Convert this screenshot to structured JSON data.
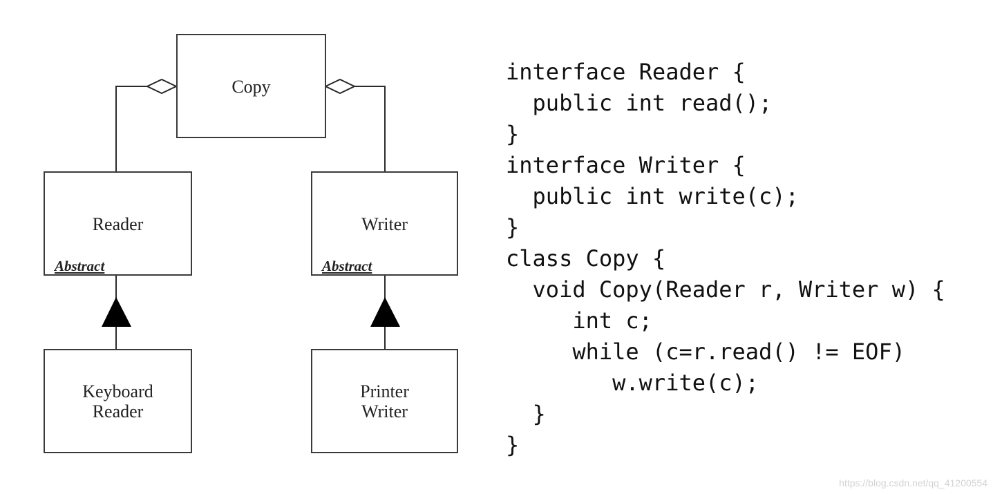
{
  "diagram": {
    "copy": "Copy",
    "reader": "Reader",
    "writer": "Writer",
    "reader_abstract": "Abstract",
    "writer_abstract": "Abstract",
    "keyboard_reader": [
      "Keyboard",
      "Reader"
    ],
    "printer_writer": [
      "Printer",
      "Writer"
    ]
  },
  "code": {
    "lines": [
      "interface Reader {",
      "  public int read();",
      "}",
      "interface Writer {",
      "  public int write(c);",
      "}",
      "class Copy {",
      "  void Copy(Reader r, Writer w) {",
      "     int c;",
      "     while (c=r.read() != EOF)",
      "        w.write(c);",
      "  }",
      "}"
    ]
  },
  "watermark": "https://blog.csdn.net/qq_41200554",
  "colors": {
    "line": "#2a2a2a",
    "arrow": "#000000",
    "text": "#111111",
    "watermark": "#d3d3d3"
  }
}
